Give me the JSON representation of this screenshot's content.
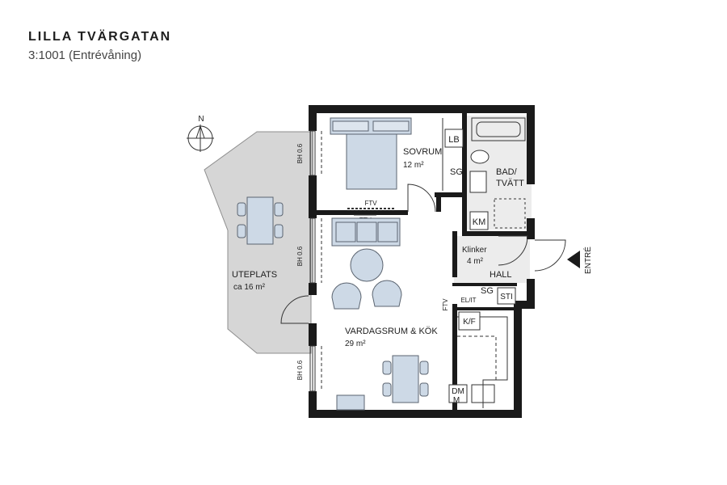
{
  "header": {
    "title": "LILLA TVÄRGATAN",
    "subtitle": "3:1001 (Entrévåning)"
  },
  "compass": {
    "label": "N"
  },
  "rooms": {
    "sovrum": {
      "name": "SOVRUM",
      "area": "12 m²"
    },
    "bad": {
      "name_line1": "BAD/",
      "name_line2": "TVÄTT"
    },
    "hall": {
      "name": "HALL",
      "floor": "Klinker",
      "area": "4 m²"
    },
    "vardagsrum": {
      "name": "VARDAGSRUM & KÖK",
      "area": "29 m²"
    },
    "uteplats": {
      "name": "UTEPLATS",
      "area": "ca 16 m²"
    }
  },
  "fixtures": {
    "lb": "LB",
    "sg_bedroom": "SG",
    "km": "KM",
    "sg_hall": "SG",
    "sti": "STI",
    "kf": "K/F",
    "dm": "DM",
    "m": "M",
    "elit": "EL/IT",
    "ftv_bedroom": "FTV",
    "ftv_living": "FTV",
    "ftv_hall": "FTV"
  },
  "windows": {
    "bh1": "BH 0.6",
    "bh2": "BH 0.6",
    "bh3": "BH 0.6"
  },
  "entrance": {
    "label": "ENTRÉ"
  },
  "colors": {
    "wall": "#1a1a1a",
    "terrace": "#d6d6d6",
    "wetroom": "#ececec",
    "furniture": "#cdd9e6",
    "furniture_stroke": "#5b6470"
  }
}
